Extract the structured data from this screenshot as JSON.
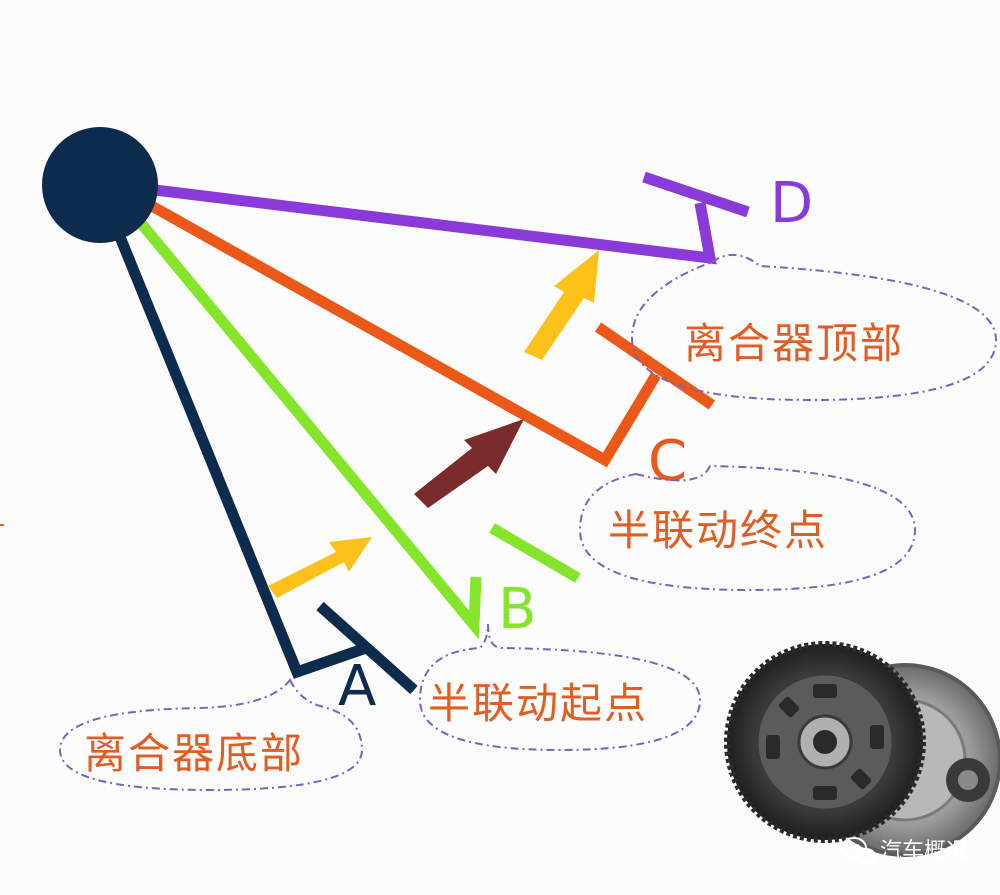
{
  "colors": {
    "pivot": "#0c2b4d",
    "a": "#0c2b4d",
    "b": "#85e52a",
    "c": "#eb5818",
    "d": "#8a3ad8",
    "arrow_yellow": "#fcc21a",
    "arrow_dark": "#7a2b2b",
    "bubble_border": "#7b62bd",
    "bubble_text": "#e15d21"
  },
  "points": {
    "a": {
      "letter": "A",
      "caption": "离合器底部"
    },
    "b": {
      "letter": "B",
      "caption": "半联动起点"
    },
    "c": {
      "letter": "C",
      "caption": "半联动终点"
    },
    "d": {
      "letter": "D",
      "caption": "离合器顶部"
    }
  },
  "watermark": {
    "icon": "wechat-icon",
    "text": "汽车概况"
  },
  "photo": {
    "icon": "clutch-disc-icon"
  }
}
